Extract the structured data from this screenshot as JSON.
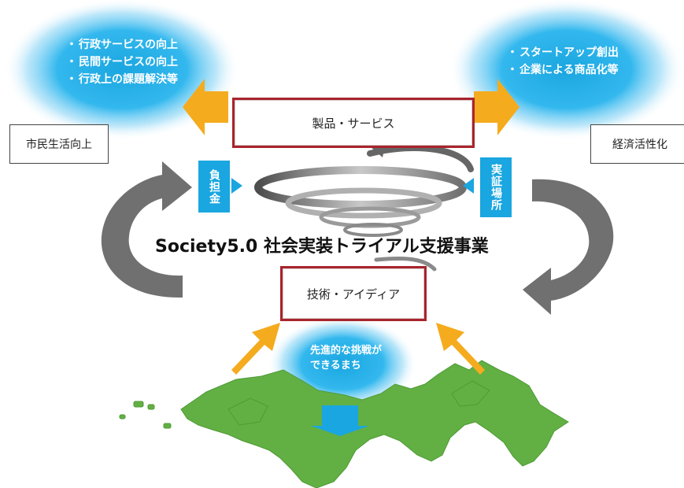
{
  "top_left_bubble": {
    "items": [
      "行政サービスの向上",
      "民間サービスの向上",
      "行政上の課題解決等"
    ]
  },
  "top_right_bubble": {
    "items": [
      "スタートアップ創出",
      "企業による商品化等"
    ]
  },
  "left_label": "市民生活向上",
  "right_label": "経済活性化",
  "product_box": "製品・サービス",
  "tech_box": "技術・アイディア",
  "burden_label": "負担金",
  "testbed_label": "実証場所",
  "main_title": "Society5.0 社会実装トライアル支援事業",
  "center_bubble_text": "先進的な挑戦ができるまち",
  "colors": {
    "bubble": "#1aa6e0",
    "arrow_orange": "#f5ab1e",
    "box_border": "#a8252d",
    "map_green": "#62b044",
    "gray_arrow": "#6f6f6f"
  }
}
